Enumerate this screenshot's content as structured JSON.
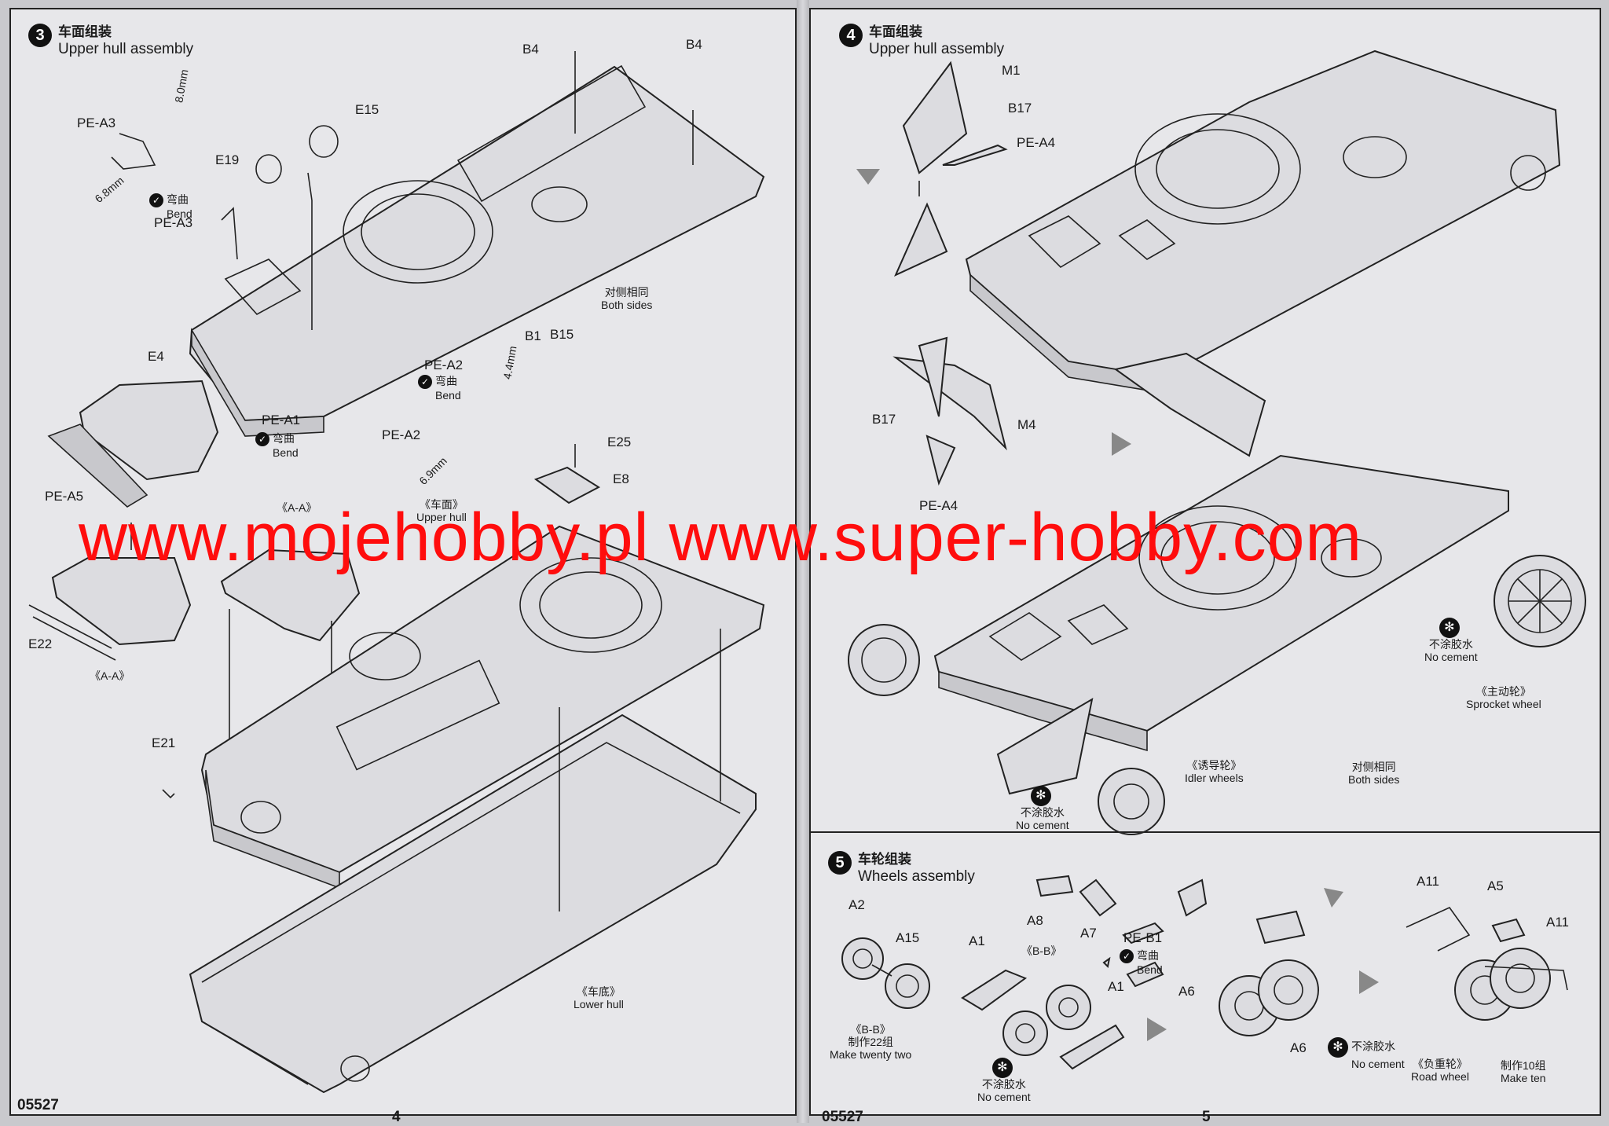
{
  "left_page": {
    "step": {
      "number": "3",
      "title_cn": "车面组装",
      "title_en": "Upper hull assembly"
    },
    "labels": {
      "b4_left": "B4",
      "b4_right": "B4",
      "e15": "E15",
      "e19": "E19",
      "pe_a3_top": "PE-A3",
      "dim_8": "8.0mm",
      "dim_68": "6.8mm",
      "bend_cn_1": "弯曲",
      "bend_en_1": "Bend",
      "pe_a3_low": "PE-A3",
      "both_sides_cn": "对侧相同",
      "both_sides_en": "Both sides",
      "b1": "B1",
      "b15": "B15",
      "dim_44": "4.4mm",
      "pe_a2_top": "PE-A2",
      "bend_cn_2": "弯曲",
      "bend_en_2": "Bend",
      "e4": "E4",
      "pe_a1": "PE-A1",
      "bend_cn_3": "弯曲",
      "bend_en_3": "Bend",
      "pe_a2_low": "PE-A2",
      "dim_69": "6.9mm",
      "e25": "E25",
      "e8": "E8",
      "pe_a5": "PE-A5",
      "aa_top": "《A-A》",
      "upper_hull_cn": "《车面》",
      "upper_hull_en": "Upper hull",
      "e22": "E22",
      "aa_low": "《A-A》",
      "e21": "E21",
      "lower_hull_cn": "《车底》",
      "lower_hull_en": "Lower hull"
    },
    "footer": {
      "kit_number": "05527",
      "page_number": "4"
    }
  },
  "right_page": {
    "step4": {
      "number": "4",
      "title_cn": "车面组装",
      "title_en": "Upper hull assembly"
    },
    "labels": {
      "m1": "M1",
      "b17_top": "B17",
      "pe_a4_top": "PE-A4",
      "b17_low": "B17",
      "m4": "M4",
      "pe_a4_low": "PE-A4",
      "no_cement_cn_1": "不涂胶水",
      "no_cement_en_1": "No cement",
      "sprocket_cn": "《主动轮》",
      "sprocket_en": "Sprocket wheel",
      "idler_cn": "《诱导轮》",
      "idler_en": "Idler wheels",
      "both_sides_cn": "对侧相同",
      "both_sides_en": "Both sides",
      "no_cement_cn_2": "不涂胶水",
      "no_cement_en_2": "No cement"
    },
    "step5": {
      "number": "5",
      "title_cn": "车轮组装",
      "title_en": "Wheels assembly"
    },
    "labels5": {
      "a2": "A2",
      "a15": "A15",
      "a1_left": "A1",
      "bb_top": "《B-B》",
      "a8": "A8",
      "a7": "A7",
      "pe_b1": "PE-B1",
      "bend_cn": "弯曲",
      "bend_en": "Bend",
      "a1_right": "A1",
      "a6_left": "A6",
      "a6_right": "A6",
      "a11_left": "A11",
      "a5": "A5",
      "a11_right": "A11",
      "bb_low": "《B-B》",
      "make22_cn": "制作22组",
      "make22_en": "Make twenty two",
      "no_cement_cn_3": "不涂胶水",
      "no_cement_en_3": "No cement",
      "no_cement_cn_4": "不涂胶水",
      "no_cement_en_4": "No cement",
      "road_wheel_cn": "《负重轮》",
      "road_wheel_en": "Road wheel",
      "make10_cn": "制作10组",
      "make10_en": "Make ten"
    },
    "footer": {
      "kit_number": "05527",
      "page_number": "5"
    }
  },
  "watermark": "www.mojehobby.pl www.super-hobby.com",
  "icons": [
    "bend-icon",
    "no-cement-icon",
    "assembly-arrow-icon"
  ],
  "colors": {
    "page": "#e7e7ea",
    "ink": "#1a1a1a",
    "watermark": "#ff0d0d"
  }
}
